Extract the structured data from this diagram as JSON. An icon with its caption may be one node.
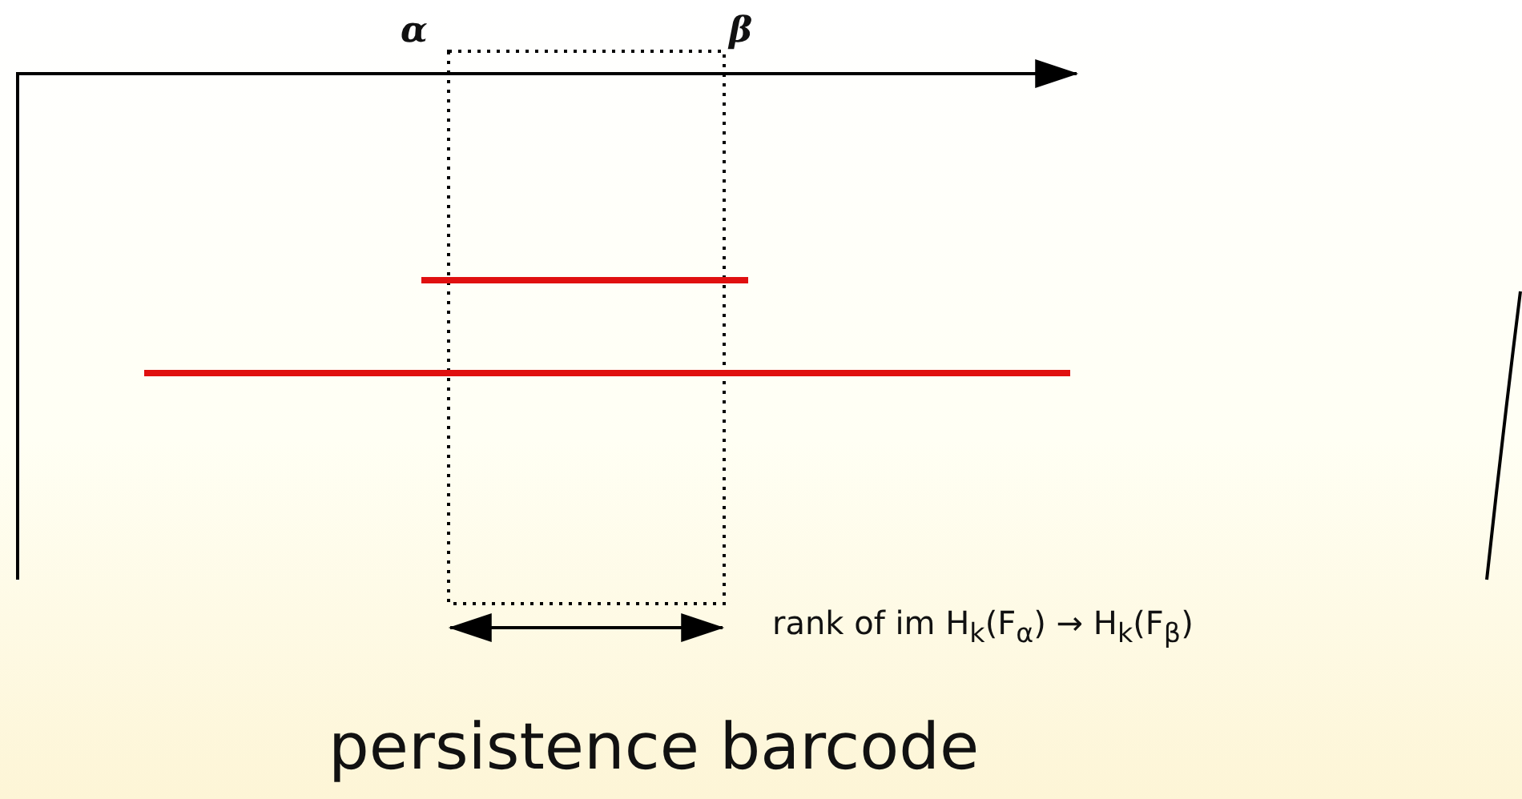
{
  "diagram": {
    "caption": "persistence barcode",
    "labels": [
      "α",
      "β",
      "rank of im H$_{k}$(F$_{α}$) → H$_{k}$(F$_{β}$)"
    ]
  }
}
